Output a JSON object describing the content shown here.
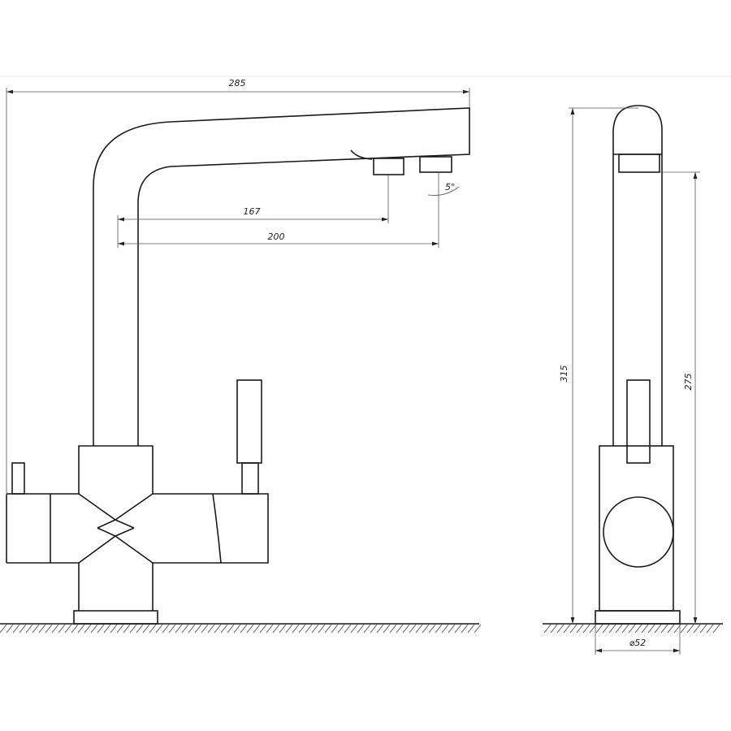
{
  "dimensions": {
    "overall_reach": "285",
    "spout_reach_filtered": "167",
    "spout_reach_main": "200",
    "nozzle_angle": "5°",
    "total_height": "315",
    "spout_height": "275",
    "base_diameter": "⌀52"
  },
  "colors": {
    "line": "#1a1a1a",
    "dimension": "#555555"
  }
}
